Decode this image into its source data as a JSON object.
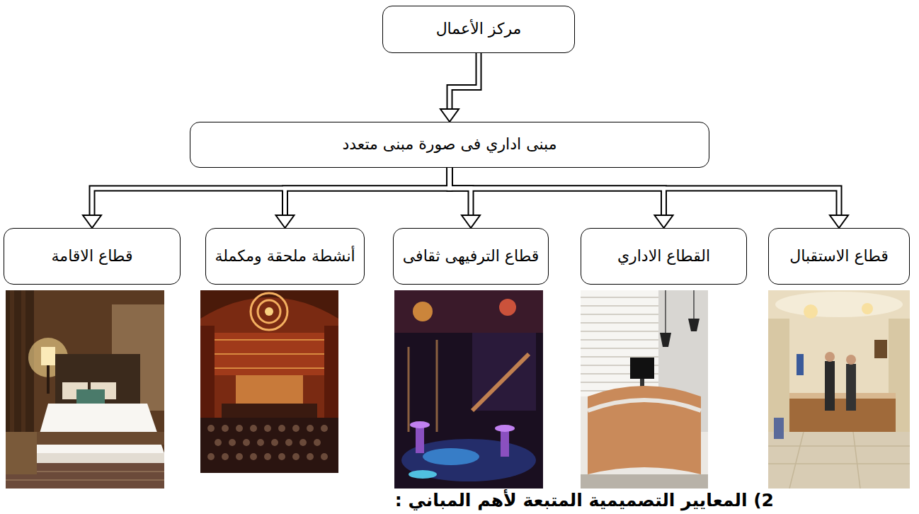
{
  "diagram": {
    "nodes": [
      {
        "text": [
          "مركز الأعمال"
        ]
      },
      {
        "text": [
          "مبنى اداري فى صورة مبنى متعدد"
        ]
      },
      {
        "text": [
          "قطاع الاستقبال"
        ]
      },
      {
        "text": [
          "القطاع الاداري"
        ]
      },
      {
        "text": [
          "قطاع الترفيهى ثقافى"
        ]
      },
      {
        "text": [
          "أنشطة ملحقة ومكملة"
        ]
      },
      {
        "text": [
          "قطاع الاقامة"
        ]
      }
    ],
    "edges": [
      {
        "from": 0,
        "to": 1,
        "arrow": "to"
      },
      {
        "from": 1,
        "to": 2,
        "arrow": "to"
      },
      {
        "from": 1,
        "to": 3,
        "arrow": "to"
      },
      {
        "from": 1,
        "to": 4,
        "arrow": "to"
      },
      {
        "from": 1,
        "to": 5,
        "arrow": "to"
      },
      {
        "from": 1,
        "to": 6,
        "arrow": "to"
      }
    ],
    "labels": [
      "2) المعايير التصميمية المتبعة لأهم المباني :"
    ]
  }
}
